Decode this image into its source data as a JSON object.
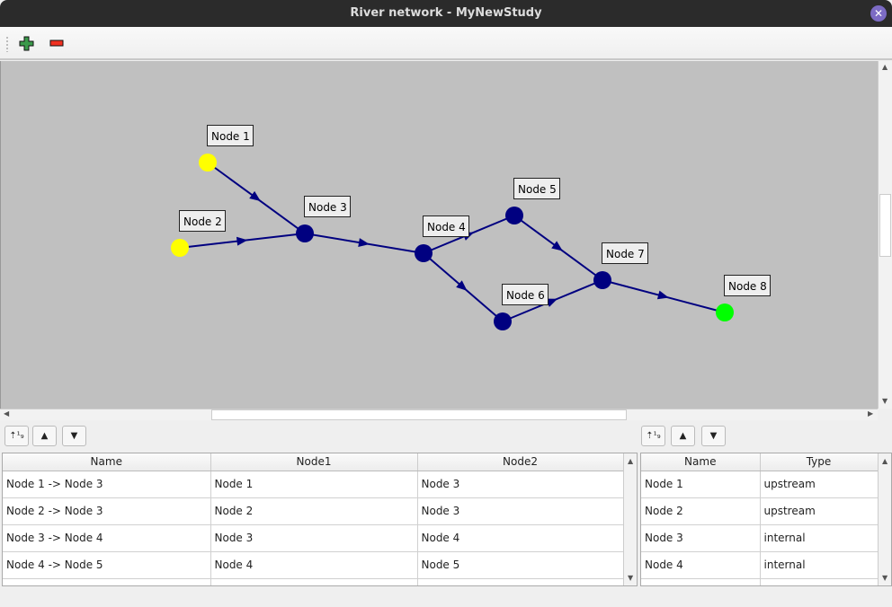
{
  "window": {
    "title": "River network - MyNewStudy"
  },
  "toolbar": {
    "add_icon": "plus-icon",
    "remove_icon": "minus-icon"
  },
  "colors": {
    "canvas": "#c0c0c0",
    "edge": "#000080",
    "internal": "#000080",
    "upstream": "#ffff00",
    "downstream": "#00ff00"
  },
  "network": {
    "nodes": [
      {
        "name": "Node 1",
        "type": "upstream"
      },
      {
        "name": "Node 2",
        "type": "upstream"
      },
      {
        "name": "Node 3",
        "type": "internal"
      },
      {
        "name": "Node 4",
        "type": "internal"
      },
      {
        "name": "Node 5",
        "type": "internal"
      },
      {
        "name": "Node 6",
        "type": "internal"
      },
      {
        "name": "Node 7",
        "type": "internal"
      },
      {
        "name": "Node 8",
        "type": "downstream"
      }
    ],
    "edges": [
      [
        "Node 1",
        "Node 3"
      ],
      [
        "Node 2",
        "Node 3"
      ],
      [
        "Node 3",
        "Node 4"
      ],
      [
        "Node 4",
        "Node 5"
      ],
      [
        "Node 4",
        "Node 6"
      ],
      [
        "Node 5",
        "Node 7"
      ],
      [
        "Node 6",
        "Node 7"
      ],
      [
        "Node 7",
        "Node 8"
      ]
    ]
  },
  "edges_table": {
    "headers": [
      "Name",
      "Node1",
      "Node2"
    ],
    "rows": [
      [
        "Node 1 -> Node 3",
        "Node 1",
        "Node 3"
      ],
      [
        "Node 2 -> Node 3",
        "Node 2",
        "Node 3"
      ],
      [
        "Node 3 -> Node 4",
        "Node 3",
        "Node 4"
      ],
      [
        "Node 4 -> Node 5",
        "Node 4",
        "Node 5"
      ]
    ]
  },
  "nodes_table": {
    "headers": [
      "Name",
      "Type"
    ],
    "rows": [
      [
        "Node 1",
        "upstream"
      ],
      [
        "Node 2",
        "upstream"
      ],
      [
        "Node 3",
        "internal"
      ],
      [
        "Node 4",
        "internal"
      ]
    ]
  }
}
